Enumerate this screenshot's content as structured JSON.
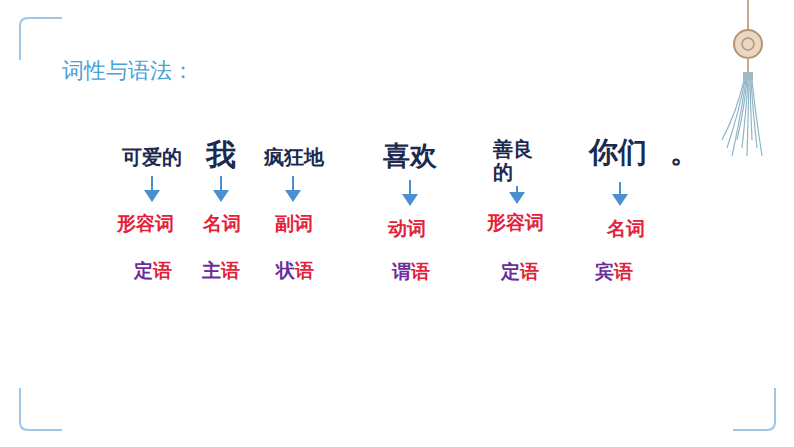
{
  "diagram": {
    "title": "词性与语法：",
    "labels": [
      "可爱的",
      "我",
      "疯狂地",
      "喜欢",
      "善良的",
      "你们",
      "。",
      "形容词",
      "名词",
      "副词",
      "动词",
      "形容词",
      "名词",
      "定语",
      "主语",
      "状语",
      "谓语",
      "定语",
      "宾语"
    ]
  }
}
